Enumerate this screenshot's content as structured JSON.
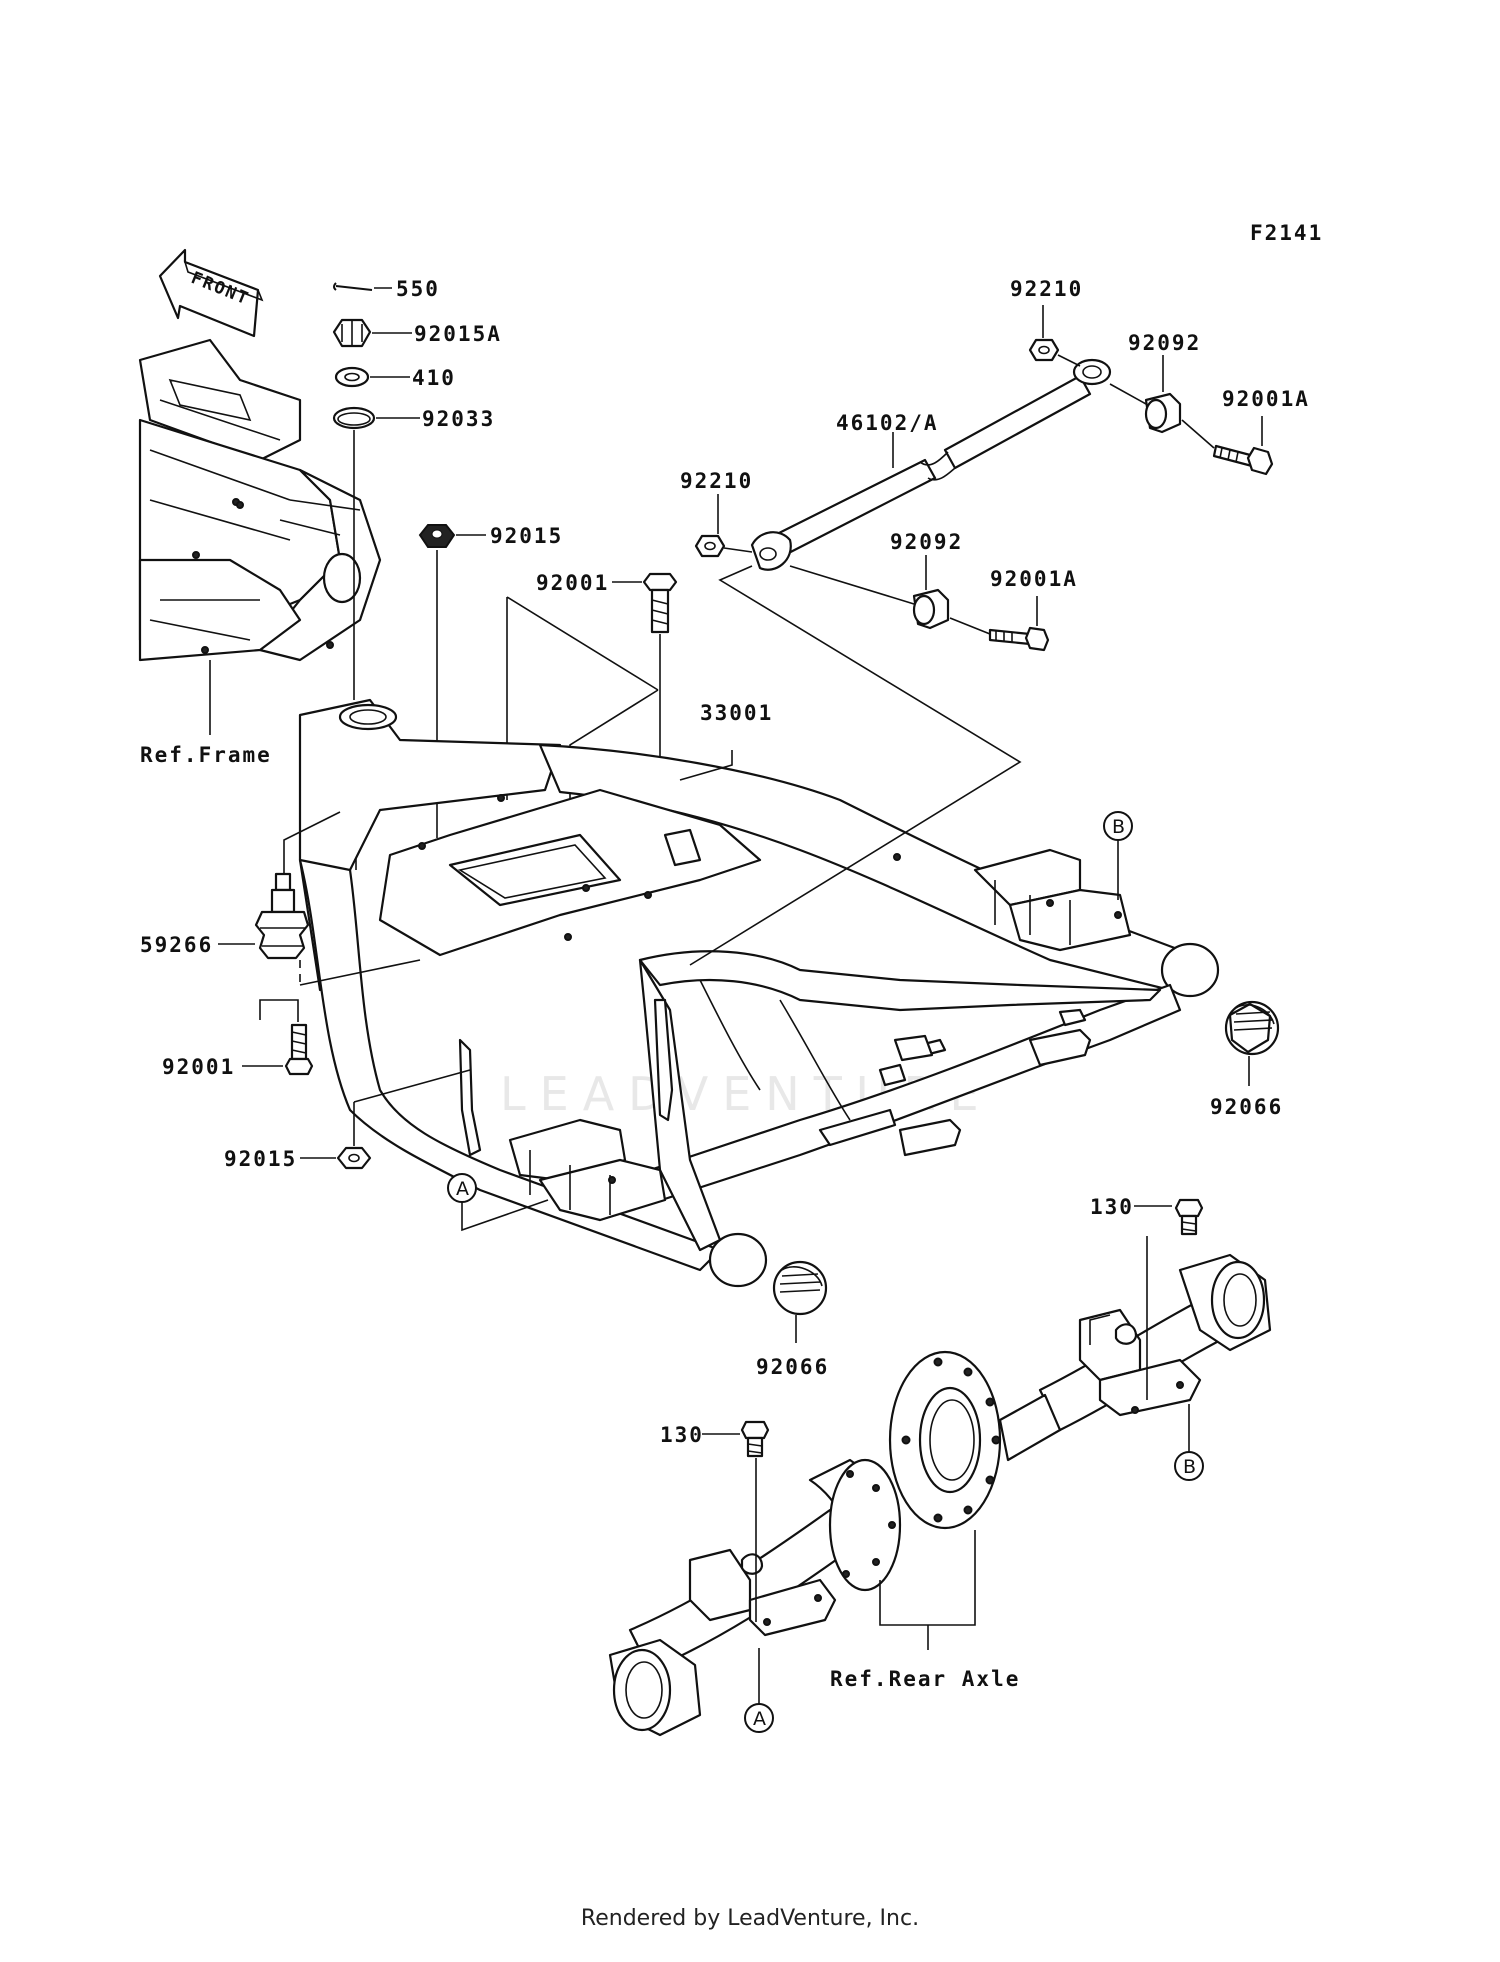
{
  "diagram": {
    "code": "F2141",
    "front_label": "FRONT",
    "watermark": "LEADVENTURE",
    "labels": {
      "p550": "550",
      "p92015A": "92015A",
      "p410": "410",
      "p92033": "92033",
      "p92015_top": "92015",
      "p92001_top": "92001",
      "p33001": "33001",
      "ref_frame": "Ref.Frame",
      "p59266": "59266",
      "p92001_left": "92001",
      "p92015_bottom": "92015",
      "p92066_right": "92066",
      "p92066_bottom": "92066",
      "p92210_top": "92210",
      "p92092_top": "92092",
      "p92001A_top": "92001A",
      "p46102A": "46102/A",
      "p92210_mid": "92210",
      "p92092_mid": "92092",
      "p92001A_mid": "92001A",
      "p130_right": "130",
      "p130_left": "130",
      "ref_rear_axle": "Ref.Rear Axle"
    },
    "markers": {
      "a_upper": "A",
      "a_lower": "A",
      "b_upper": "B",
      "b_lower": "B"
    }
  },
  "footer": {
    "text": "Rendered by LeadVenture, Inc."
  }
}
